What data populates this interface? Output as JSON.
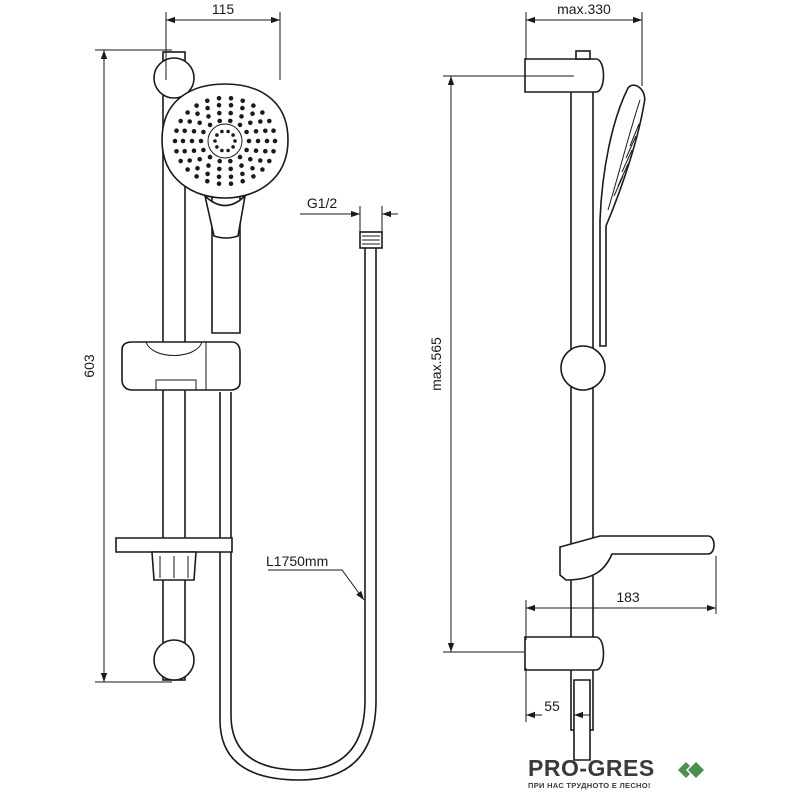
{
  "dimensions": {
    "head_width": "115",
    "bar_height": "603",
    "max_projection": "max.330",
    "max_slide_height": "max.565",
    "connector_thread": "G1/2",
    "hose_length": "L1750mm",
    "shelf_depth": "183",
    "wall_offset": "55"
  },
  "brand": {
    "name": "PRO-GRES",
    "tagline": "ПРИ НАС ТРУДНОТО Е ЛЕСНО!",
    "accent_color": "#4a8f4e",
    "text_color": "#3a3a3a"
  }
}
